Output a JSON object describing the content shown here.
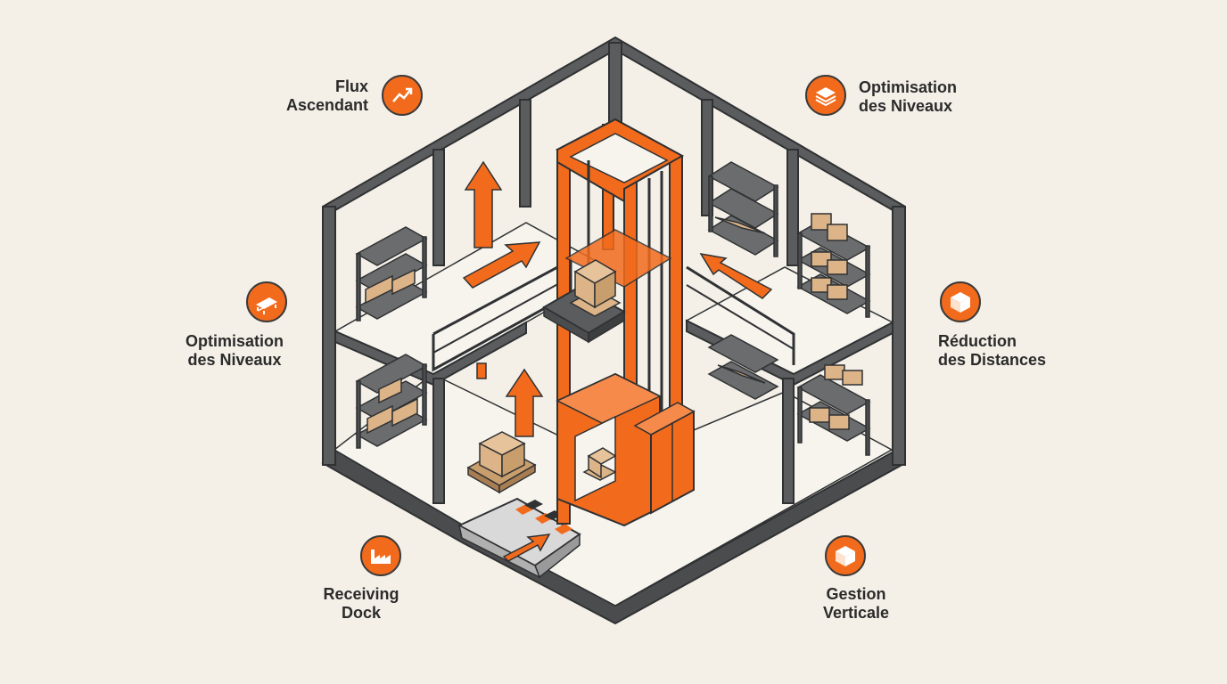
{
  "colors": {
    "accent": "#f26b1d",
    "structure": "#5a5c5e",
    "outline": "#2f3133",
    "floor": "#f7f4ee",
    "background": "#f4f0e8",
    "box": "#dcb488",
    "dock": "#d9d9d9"
  },
  "callouts": {
    "flux": {
      "line1": "Flux",
      "line2": "Ascendant",
      "icon": "trend-up-icon"
    },
    "opt_top": {
      "line1": "Optimisation",
      "line2": "des Niveaux",
      "icon": "stacked-layers-icon"
    },
    "opt_left": {
      "line1": "Optimisation",
      "line2": "des Niveaux",
      "icon": "pallet-icon"
    },
    "reduction": {
      "line1": "Réduction",
      "line2": "des Distances",
      "icon": "box-icon"
    },
    "receiving": {
      "line1": "Receiving",
      "line2": "Dock",
      "icon": "factory-icon"
    },
    "gestion": {
      "line1": "Gestion",
      "line2": "Verticale",
      "icon": "box-icon"
    }
  }
}
